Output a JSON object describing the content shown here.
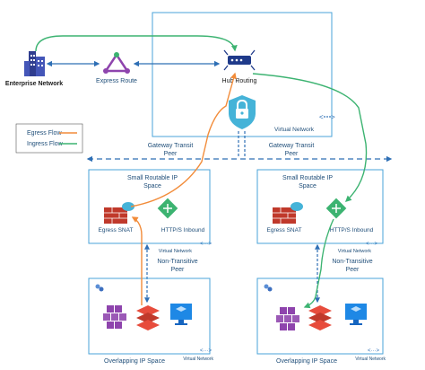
{
  "nodes": {
    "enterprise": {
      "label": "Enterprise Network",
      "icon": "building-icon"
    },
    "express_route": {
      "label": "Express Route",
      "icon": "express-route-icon"
    },
    "hub_routing": {
      "label": "Hub Routing",
      "icon": "router-icon"
    },
    "hub_vnet_label": "Virtual Network",
    "firewall_lock": {
      "icon": "lock-icon"
    }
  },
  "legend": {
    "egress": {
      "label": "Egress Flow",
      "color": "#f28c3a"
    },
    "ingress": {
      "label": "Ingress Flow",
      "color": "#3cb371"
    }
  },
  "transit": {
    "left_label_1": "Gateway Transit",
    "left_label_2": "Peer",
    "right_label_1": "Gateway Transit",
    "right_label_2": "Peer"
  },
  "left_spoke": {
    "title_1": "Small Routable IP",
    "title_2": "Space",
    "snat_label": "Egress SNAT",
    "inbound_label": "HTTP/S Inbound",
    "vnet_label": "Virtual Network"
  },
  "right_spoke": {
    "title_1": "Small Routable IP",
    "title_2": "Space",
    "snat_label": "Egress SNAT",
    "inbound_label": "HTTP/S Inbound",
    "vnet_label": "Virtual Network"
  },
  "peer_labels": {
    "left_1": "Non-Transitive",
    "left_2": "Peer",
    "right_1": "Non-Transitive",
    "right_2": "Peer"
  },
  "left_overlap": {
    "title": "Overlapping IP Space",
    "vnet_label": "Virtual Network"
  },
  "right_overlap": {
    "title": "Overlapping IP Space",
    "vnet_label": "Virtual Network"
  },
  "colors": {
    "box": "#4aa3d8",
    "arrow": "#2e6fb5",
    "egress": "#f28c3a",
    "ingress": "#3cb371",
    "firewall": "#c0392b",
    "workload": "#8e44ad"
  }
}
